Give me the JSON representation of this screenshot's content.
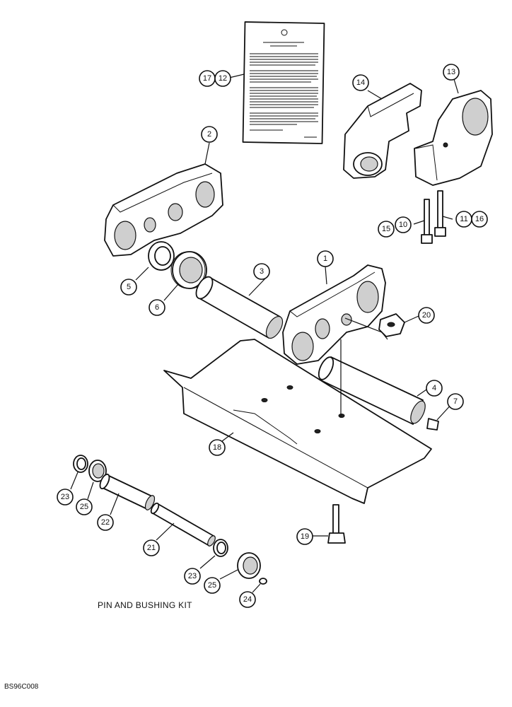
{
  "figure": {
    "kit_caption": "PIN AND BUSHING KIT",
    "figure_code": "BS96C008"
  },
  "callouts": [
    {
      "id": "c17",
      "label": "17"
    },
    {
      "id": "c12",
      "label": "12"
    },
    {
      "id": "c14",
      "label": "14"
    },
    {
      "id": "c13",
      "label": "13"
    },
    {
      "id": "c2",
      "label": "2"
    },
    {
      "id": "c10",
      "label": "10"
    },
    {
      "id": "c15",
      "label": "15"
    },
    {
      "id": "c11",
      "label": "11"
    },
    {
      "id": "c16",
      "label": "16"
    },
    {
      "id": "c1",
      "label": "1"
    },
    {
      "id": "c3",
      "label": "3"
    },
    {
      "id": "c5",
      "label": "5"
    },
    {
      "id": "c6",
      "label": "6"
    },
    {
      "id": "c20",
      "label": "20"
    },
    {
      "id": "c4",
      "label": "4"
    },
    {
      "id": "c7",
      "label": "7"
    },
    {
      "id": "c18",
      "label": "18"
    },
    {
      "id": "c23a",
      "label": "23"
    },
    {
      "id": "c25a",
      "label": "25"
    },
    {
      "id": "c22",
      "label": "22"
    },
    {
      "id": "c21",
      "label": "21"
    },
    {
      "id": "c19",
      "label": "19"
    },
    {
      "id": "c23b",
      "label": "23"
    },
    {
      "id": "c25b",
      "label": "25"
    },
    {
      "id": "c24",
      "label": "24"
    }
  ]
}
